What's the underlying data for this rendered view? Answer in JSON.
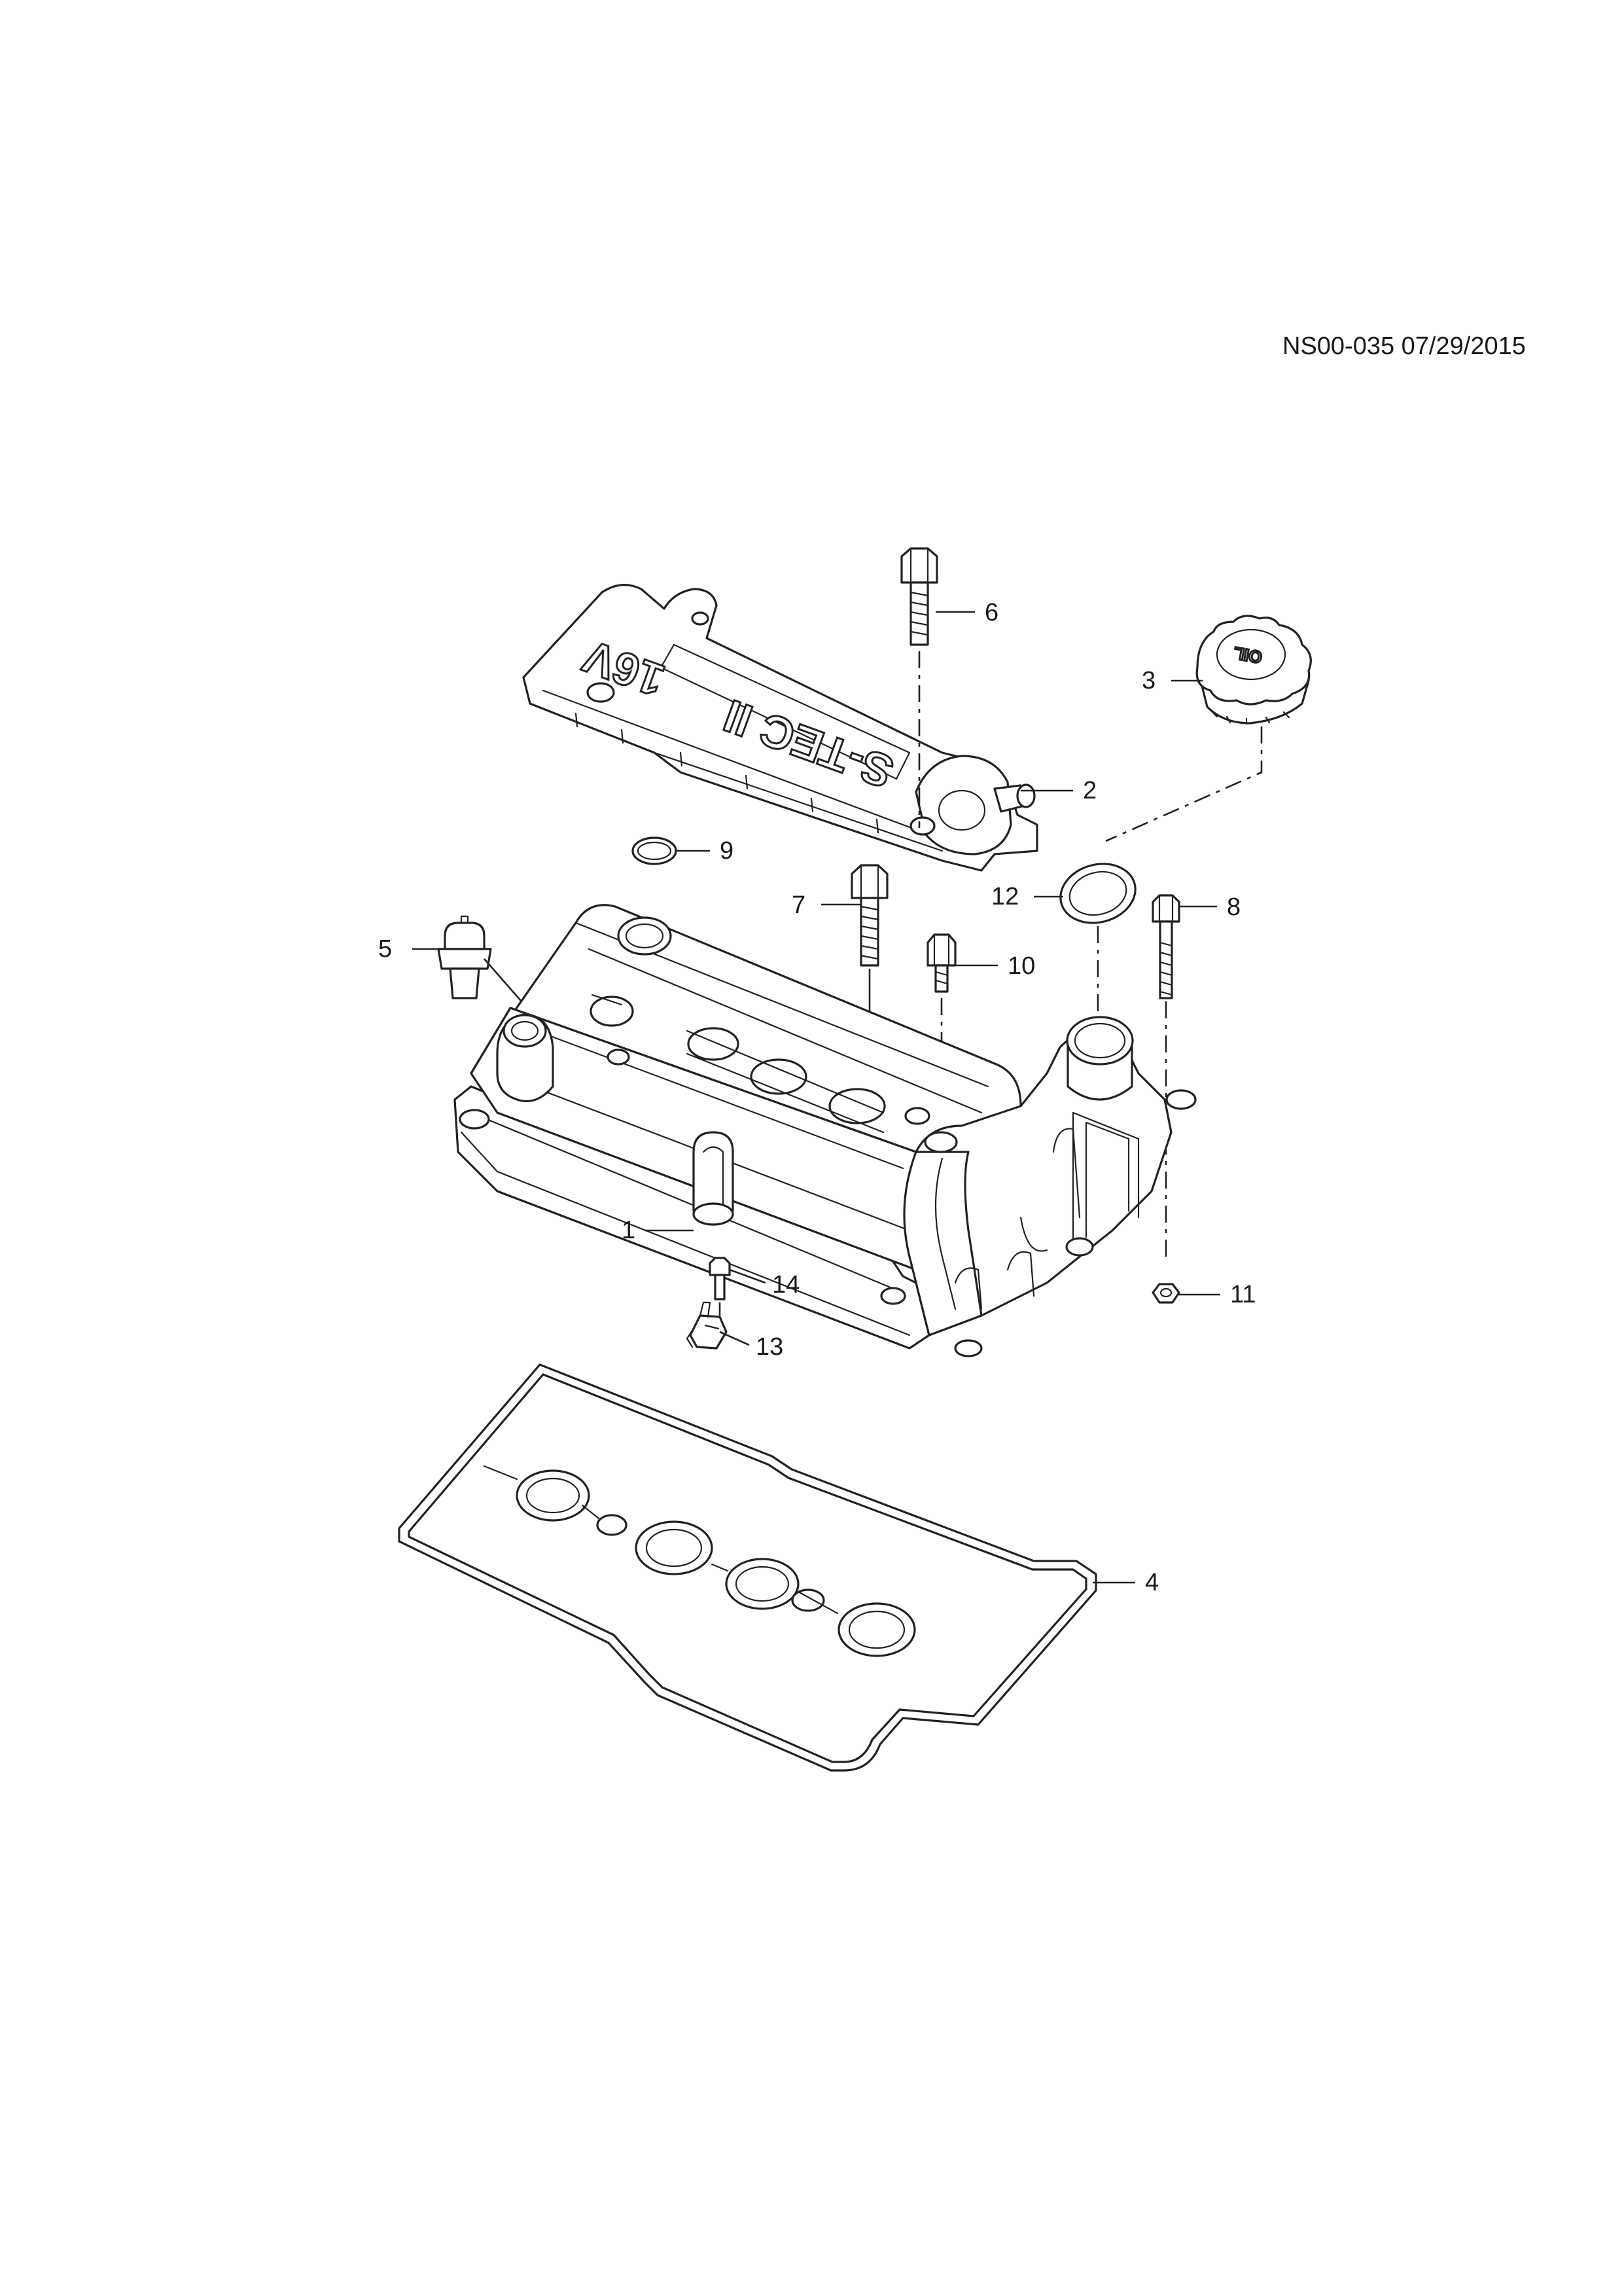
{
  "document": {
    "code": "NS00-035 07/29/2015"
  },
  "callouts": {
    "c1": "1",
    "c2": "2",
    "c3": "3",
    "c4": "4",
    "c5": "5",
    "c6": "6",
    "c7": "7",
    "c8": "8",
    "c9": "9",
    "c10": "10",
    "c11": "11",
    "c12": "12",
    "c13": "13",
    "c14": "14"
  },
  "embossing": {
    "cover_text": "S-TEC II",
    "cover_valves": "16V",
    "cap_text": "OIL"
  },
  "colors": {
    "line": "#222222",
    "background": "#ffffff"
  }
}
